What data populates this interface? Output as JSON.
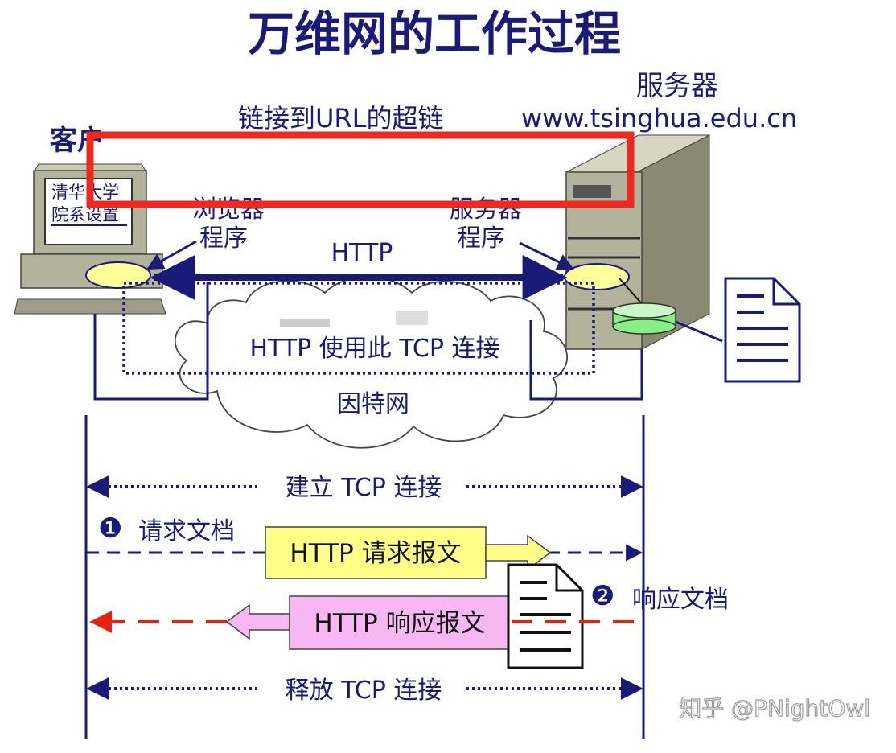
{
  "title": "万维网的工作过程",
  "labels": {
    "client": "客户",
    "server": "服务器",
    "hyperlink": "链接到URL的超链",
    "url": "www.tsinghua.edu.cn",
    "screen_line1": "清华大学",
    "screen_line2": "院系设置",
    "browser_line1": "浏览器",
    "browser_line2": "程序",
    "server_prog_line1": "服务器",
    "server_prog_line2": "程序",
    "http": "HTTP",
    "tcp_use": "HTTP 使用此 TCP 连接",
    "internet": "因特网"
  },
  "sequence": {
    "establish": "建立 TCP 连接",
    "step1_num": "❶",
    "step1_label": "请求文档",
    "request_msg": "HTTP 请求报文",
    "step2_num": "❷",
    "step2_label": "响应文档",
    "response_msg": "HTTP 响应报文",
    "release": "释放 TCP 连接"
  },
  "watermark": "知乎 @PNightOwl",
  "colors": {
    "navy": "#1a1a7a",
    "highlight_box": "#ee2a1f",
    "request_box": "#ffff88",
    "response_box": "#f7b7f2",
    "ellipse": "#ffff99",
    "disk": "#88ee88",
    "server_gray": "#b3b39c",
    "dashed_red": "#e8210f"
  }
}
